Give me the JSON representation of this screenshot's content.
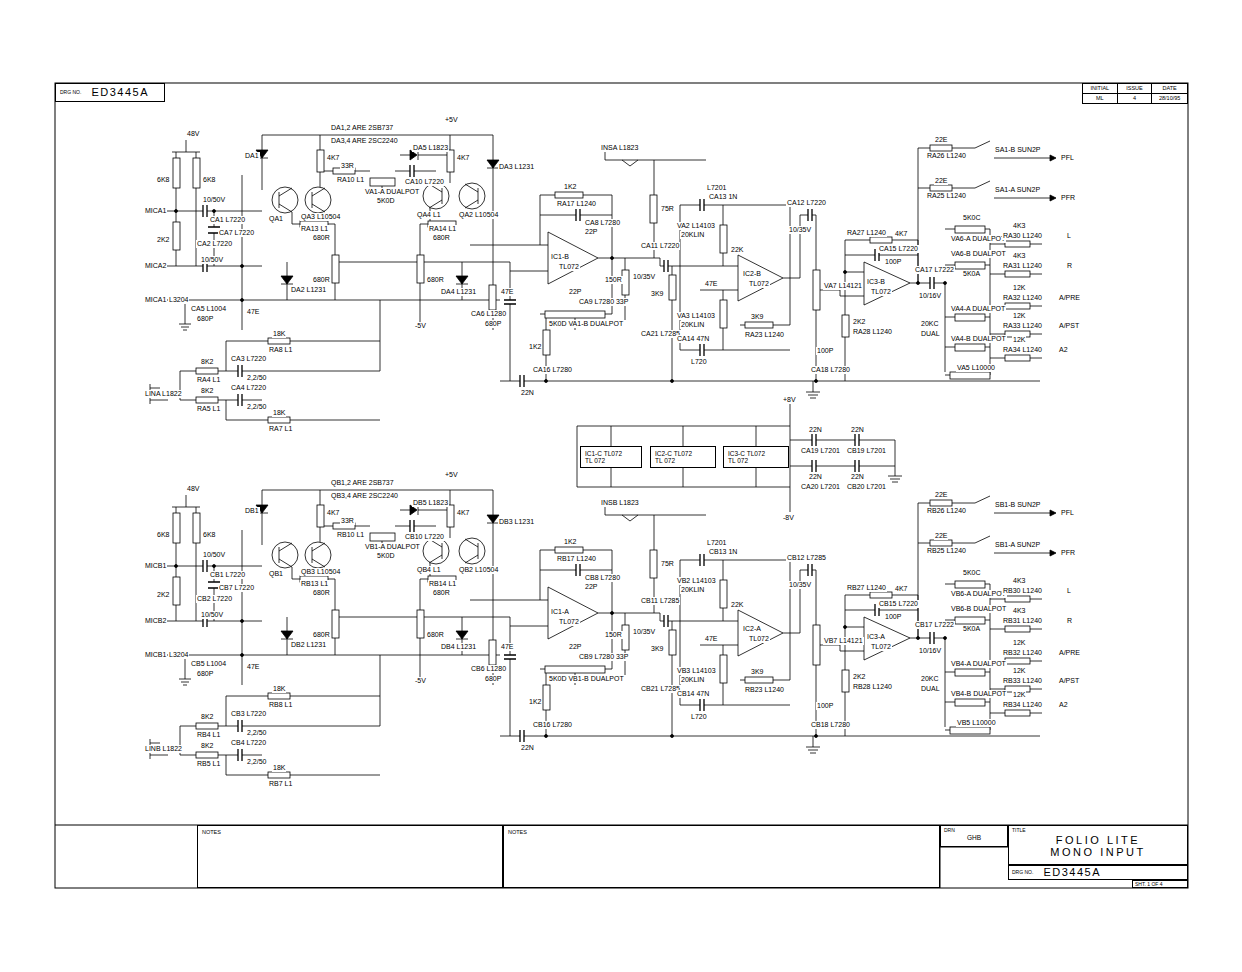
{
  "diagram": {
    "nodes": [
      {
        "text": [
          "DRG NO.",
          "ED3445A"
        ]
      },
      {
        "text": [
          "INITIAL",
          "ISSUE",
          "DATE",
          "ML",
          "4",
          "28/10/95"
        ]
      },
      {
        "text": [
          "IC1-C TL072",
          "TL 072"
        ]
      },
      {
        "text": [
          "IC2-C TL072",
          "TL 072"
        ]
      },
      {
        "text": [
          "IC3-C TL072",
          "TL 072"
        ]
      },
      {
        "text": [
          "NOTES"
        ]
      },
      {
        "text": [
          "NOTES"
        ]
      },
      {
        "text": [
          "DRN",
          "GHB"
        ]
      },
      {
        "text": [
          "TITLE",
          "FOLIO LITE",
          "MONO INPUT"
        ]
      },
      {
        "text": [
          "DRG NO.",
          "ED3445A"
        ]
      },
      {
        "text": [
          "SHT. 1 OF 4"
        ]
      }
    ],
    "labels": [
      "48V",
      "6K8",
      "6K8",
      "MICA1",
      "10/50V",
      "CA1 L7220",
      "2K2",
      "CA2 L7220",
      "MICA2",
      "10/50V",
      "CA7 L7220",
      "DA1",
      "DA1,2 ARE 2SB737",
      "DA3,4 ARE 2SC2240",
      "4K7",
      "33R",
      "RA10 L1",
      "QA1",
      "QA3 L10504",
      "RA13 L1",
      "680R",
      "VA1-A DUALPOT",
      "5K0D",
      "DA5 L1823",
      "+5V",
      "CA10 L7220",
      "4K7",
      "QA4 L1",
      "QA2 L10504",
      "RA14 L1",
      "680R",
      "DA3 L1231",
      "DA2 L1231",
      "680R",
      "680R",
      "DA4 L1231",
      "-5V",
      "47E",
      "MICA1",
      "L3204",
      "CA5 L1004",
      "680P",
      "47E",
      "LINA L1822",
      "8K2",
      "RA4 L1",
      "8K2",
      "RA5 L1",
      "CA3 L7220",
      "2,2/50",
      "CA4 L7220",
      "2,2/50",
      "18K",
      "RA8 L1",
      "18K",
      "RA7 L1",
      "1K2",
      "RA17 L1240",
      "CA8 L7280",
      "22P",
      "IC1-B",
      "TL072",
      "CA6 L1280",
      "680P",
      "1K2",
      "22P",
      "CA9 L7280 33P",
      "5K0D VA1-B DUALPOT",
      "CA16 L7280",
      "22N",
      "INSA L1823",
      "75R",
      "150R",
      "CA11 L7220",
      "10/35V",
      "CA21 L7285",
      "L7201",
      "CA13 1N",
      "VA2 L14103",
      "20KLIN",
      "22K",
      "3K9",
      "47E",
      "VA3 L14103",
      "20KLIN",
      "CA14 47N",
      "L720",
      "IC2-B",
      "TL072",
      "3K9",
      "RA23 L1240",
      "CA12 L7220",
      "10/35V",
      "VA7 L14121",
      "4K7",
      "RA27 L1240",
      "CA15 L7220",
      "100P",
      "IC3-B",
      "TL072",
      "CA17 L7222",
      "10/16V",
      "2K2",
      "RA28 L1240",
      "100P",
      "CA18 L7280",
      "22E",
      "RA26 L1240",
      "SA1-B SUN2P",
      "PFL",
      "22E",
      "RA25 L1240",
      "SA1-A SUN2P",
      "PFR",
      "5K0C",
      "VA6-A DUALPOT",
      "VA6-B DUALPOT",
      "5K0A",
      "4K3",
      "RA30 L1240",
      "L",
      "4K3",
      "RA31 L1240",
      "R",
      "12K",
      "RA32 L1240",
      "A/PRE",
      "VA4-A DUALPOT",
      "12K",
      "RA33 L1240",
      "A/PST",
      "VA4-B DUALPOT",
      "12K",
      "RA34 L1240",
      "A2",
      "20KC",
      "DUAL",
      "VA5 L10000",
      "48V",
      "6K8",
      "6K8",
      "MICB1",
      "10/50V",
      "CB1 L7220",
      "2K2",
      "CB2 L7220",
      "MICB2",
      "10/50V",
      "CB7 L7220",
      "DB1",
      "QB1,2 ARE 2SB737",
      "QB3,4 ARE 2SC2240",
      "4K7",
      "33R",
      "RB10 L1",
      "QB1",
      "QB3 L10504",
      "RB13 L1",
      "680R",
      "VB1-A DUALPOT",
      "5K0D",
      "DB5 L1823",
      "+5V",
      "CB10 L7220",
      "4K7",
      "QB4 L1",
      "QB2 L10504",
      "RB14 L1",
      "680R",
      "DB3 L1231",
      "DB2 L1231",
      "680R",
      "680R",
      "DB4 L1231",
      "-5V",
      "47E",
      "MICB1",
      "L3204",
      "CB5 L1004",
      "680P",
      "47E",
      "LINB L1822",
      "8K2",
      "RB4 L1",
      "8K2",
      "RB5 L1",
      "CB3 L7220",
      "2,2/50",
      "CB4 L7220",
      "2,2/50",
      "18K",
      "RB8 L1",
      "18K",
      "RB7 L1",
      "1K2",
      "RB17 L1240",
      "CB8 L7280",
      "22P",
      "IC1-A",
      "TL072",
      "CB6 L1280",
      "680P",
      "1K2",
      "22P",
      "CB9 L7280 33P",
      "5K0D VB1-B DUALPOT",
      "CB16 L7280",
      "22N",
      "INSB L1823",
      "75R",
      "150R",
      "CB11 L7285",
      "10/35V",
      "CB21 L7285",
      "L7201",
      "CB13 1N",
      "VB2 L14103",
      "20KLIN",
      "22K",
      "3K9",
      "47E",
      "VB3 L14103",
      "20KLIN",
      "CB14 47N",
      "L720",
      "IC2-A",
      "TL072",
      "3K9",
      "RB23 L1240",
      "CB12 L7285",
      "10/35V",
      "VB7 L14121",
      "4K7",
      "RB27 L1240",
      "CB15 L7220",
      "100P",
      "IC3-A",
      "TL072",
      "CB17 L7222",
      "10/16V",
      "2K2",
      "RB28 L1240",
      "100P",
      "CB18 L7280",
      "22E",
      "RB26 L1240",
      "SB1-B SUN2P",
      "PFL",
      "22E",
      "RB25 L1240",
      "SB1-A SUN2P",
      "PFR",
      "5K0C",
      "VB6-A DUALPOT",
      "VB6-B DUALPOT",
      "5K0A",
      "4K3",
      "RB30 L1240",
      "L",
      "4K3",
      "RB31 L1240",
      "R",
      "12K",
      "RB32 L1240",
      "A/PRE",
      "VB4-A DUALPOT",
      "12K",
      "RB33 L1240",
      "A/PST",
      "VB4-B DUALPOT",
      "12K",
      "RB34 L1240",
      "A2",
      "20KC",
      "DUAL",
      "VB5 L10000",
      "+8V",
      "-8V",
      "22N",
      "CA19 L7201",
      "22N",
      "CB19 L7201",
      "22N",
      "CA20 L7201",
      "22N",
      "CB20 L7201"
    ]
  }
}
